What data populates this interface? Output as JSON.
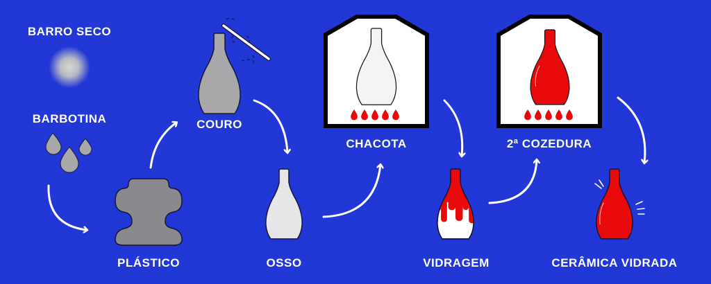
{
  "title": "Ceramic process stages",
  "colors": {
    "background": "#2238d6",
    "clay_gray": "#a8a8ab",
    "plastic_gray": "#8a8a8e",
    "bone": "#e6e6e8",
    "glaze_red": "#e80a0a",
    "kiln_frame": "#000000",
    "arrow": "#ffffff"
  },
  "stages": [
    {
      "id": "barro-seco",
      "label": "BARRO SECO",
      "icon": "dust-cloud-icon"
    },
    {
      "id": "barbotina",
      "label": "BARBOTINA",
      "icon": "drops-icon"
    },
    {
      "id": "plastico",
      "label": "PLÁSTICO",
      "icon": "clay-lump-icon"
    },
    {
      "id": "couro",
      "label": "COURO",
      "icon": "vase-knife-icon"
    },
    {
      "id": "osso",
      "label": "OSSO",
      "icon": "bone-dry-vase-icon"
    },
    {
      "id": "chacota",
      "label": "CHACOTA",
      "icon": "kiln-white-vase-icon"
    },
    {
      "id": "vidragem",
      "label": "VIDRAGEM",
      "icon": "glazed-dripping-vase-icon"
    },
    {
      "id": "cozedura",
      "label": "2ª COZEDURA",
      "icon": "kiln-red-vase-icon"
    },
    {
      "id": "ceramica-vidrada",
      "label": "CERÂMICA VIDRADA",
      "icon": "shiny-red-vase-icon"
    }
  ],
  "flow": [
    "barbotina → plastico",
    "plastico → couro",
    "couro → osso",
    "osso → chacota",
    "chacota → vidragem",
    "vidragem → cozedura",
    "cozedura → ceramica-vidrada"
  ]
}
